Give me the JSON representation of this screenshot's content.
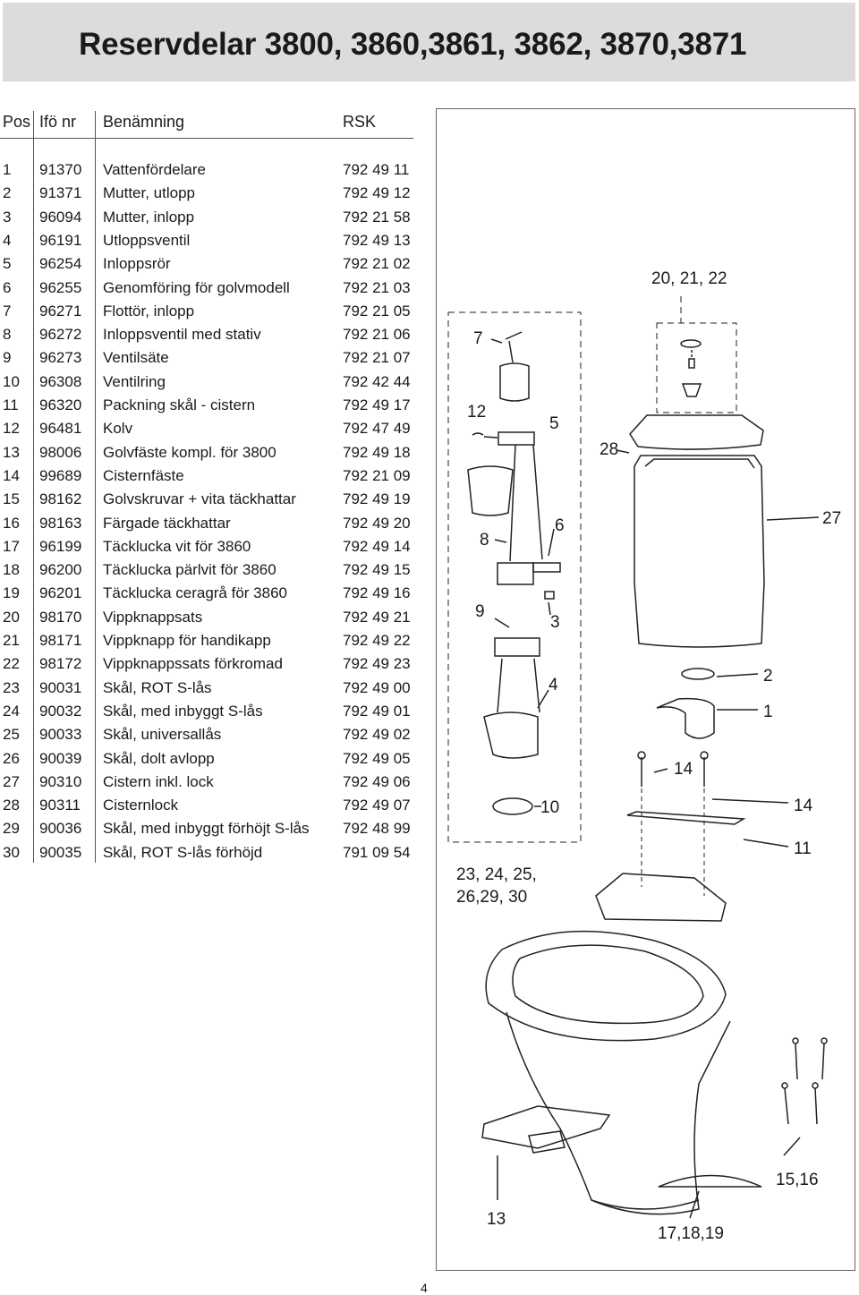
{
  "title": "Reservdelar 3800, 3860,3861, 3862, 3870,3871",
  "table": {
    "headers": {
      "pos": "Pos",
      "nr": "Ifö nr",
      "name": "Benämning",
      "rsk": "RSK"
    },
    "rows": [
      {
        "pos": "1",
        "nr": "91370",
        "name": "Vattenfördelare",
        "rsk": "792 49 11"
      },
      {
        "pos": "2",
        "nr": "91371",
        "name": "Mutter, utlopp",
        "rsk": "792 49 12"
      },
      {
        "pos": "3",
        "nr": "96094",
        "name": "Mutter, inlopp",
        "rsk": "792 21 58"
      },
      {
        "pos": "4",
        "nr": "96191",
        "name": "Utloppsventil",
        "rsk": "792 49 13"
      },
      {
        "pos": "5",
        "nr": "96254",
        "name": "Inloppsrör",
        "rsk": "792 21 02"
      },
      {
        "pos": "6",
        "nr": "96255",
        "name": "Genomföring för golvmodell",
        "rsk": "792 21 03"
      },
      {
        "pos": "7",
        "nr": "96271",
        "name": "Flottör, inlopp",
        "rsk": "792 21 05"
      },
      {
        "pos": "8",
        "nr": "96272",
        "name": "Inloppsventil med stativ",
        "rsk": "792 21 06"
      },
      {
        "pos": "9",
        "nr": "96273",
        "name": "Ventilsäte",
        "rsk": "792 21 07"
      },
      {
        "pos": "10",
        "nr": "96308",
        "name": "Ventilring",
        "rsk": "792 42 44"
      },
      {
        "pos": "11",
        "nr": "96320",
        "name": "Packning skål - cistern",
        "rsk": "792 49 17"
      },
      {
        "pos": "12",
        "nr": "96481",
        "name": "Kolv",
        "rsk": "792 47 49"
      },
      {
        "pos": "13",
        "nr": "98006",
        "name": "Golvfäste kompl. för 3800",
        "rsk": "792 49 18"
      },
      {
        "pos": "14",
        "nr": "99689",
        "name": "Cisternfäste",
        "rsk": "792 21 09"
      },
      {
        "pos": "15",
        "nr": "98162",
        "name": "Golvskruvar + vita täckhattar",
        "rsk": "792 49 19"
      },
      {
        "pos": "16",
        "nr": "98163",
        "name": "Färgade täckhattar",
        "rsk": "792 49 20"
      },
      {
        "pos": "17",
        "nr": "96199",
        "name": "Täcklucka vit för 3860",
        "rsk": "792 49 14"
      },
      {
        "pos": "18",
        "nr": "96200",
        "name": "Täcklucka pärlvit för 3860",
        "rsk": "792 49 15"
      },
      {
        "pos": "19",
        "nr": "96201",
        "name": "Täcklucka ceragrå för 3860",
        "rsk": "792 49 16"
      },
      {
        "pos": "20",
        "nr": "98170",
        "name": "Vippknappsats",
        "rsk": "792 49 21"
      },
      {
        "pos": "21",
        "nr": "98171",
        "name": "Vippknapp för handikapp",
        "rsk": "792 49 22"
      },
      {
        "pos": "22",
        "nr": "98172",
        "name": "Vippknappssats förkromad",
        "rsk": "792 49 23"
      },
      {
        "pos": "23",
        "nr": "90031",
        "name": "Skål, ROT S-lås",
        "rsk": "792 49 00"
      },
      {
        "pos": "24",
        "nr": "90032",
        "name": "Skål, med inbyggt S-lås",
        "rsk": "792 49 01"
      },
      {
        "pos": "25",
        "nr": "90033",
        "name": "Skål, universallås",
        "rsk": "792 49 02"
      },
      {
        "pos": "26",
        "nr": "90039",
        "name": "Skål, dolt avlopp",
        "rsk": "792 49 05"
      },
      {
        "pos": "27",
        "nr": "90310",
        "name": "Cistern inkl. lock",
        "rsk": "792 49 06"
      },
      {
        "pos": "28",
        "nr": "90311",
        "name": "Cisternlock",
        "rsk": "792 49 07"
      },
      {
        "pos": "29",
        "nr": "90036",
        "name": "Skål, med inbyggt förhöjt S-lås",
        "rsk": "792 48 99"
      },
      {
        "pos": "30",
        "nr": "90035",
        "name": "Skål, ROT S-lås förhöjd",
        "rsk": "791 09 54"
      }
    ]
  },
  "diagram": {
    "labels": {
      "l_20_21_22": "20, 21, 22",
      "l_7": "7",
      "l_12": "12",
      "l_5": "5",
      "l_28": "28",
      "l_27": "27",
      "l_8": "8",
      "l_6": "6",
      "l_9": "9",
      "l_3": "3",
      "l_2": "2",
      "l_4": "4",
      "l_1": "1",
      "l_14a": "14",
      "l_10": "10",
      "l_14b": "14",
      "l_11": "11",
      "l_23a": "23, 24, 25,",
      "l_23b": "26,29, 30",
      "l_15_16": "15,16",
      "l_13": "13",
      "l_17_18_19": "17,18,19"
    }
  },
  "page_number": "4"
}
